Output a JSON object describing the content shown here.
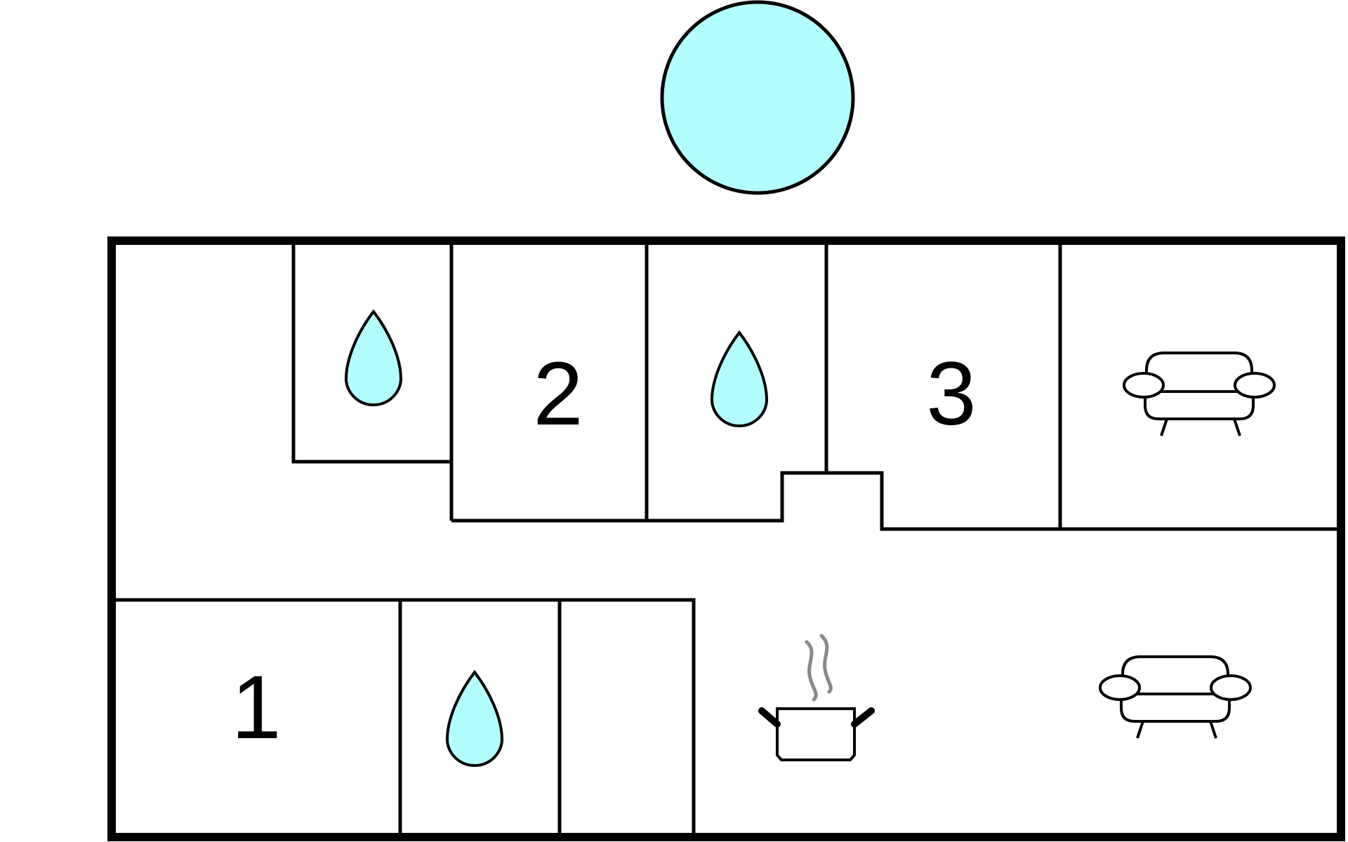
{
  "diagram": {
    "type": "floor-plan",
    "rooms": [
      {
        "id": "bedroom-1",
        "label": "1"
      },
      {
        "id": "bedroom-2",
        "label": "2"
      },
      {
        "id": "bedroom-3",
        "label": "3"
      }
    ],
    "icons": [
      {
        "name": "pool-icon",
        "meaning": "pool"
      },
      {
        "name": "water-drop-icon",
        "meaning": "bathroom",
        "count": 3
      },
      {
        "name": "sofa-icon",
        "meaning": "living room",
        "count": 2
      },
      {
        "name": "steaming-pot-icon",
        "meaning": "kitchen"
      }
    ]
  },
  "colors": {
    "water_fill": "#b3ffff",
    "line": "#000000",
    "steam": "#888888",
    "background": "#ffffff"
  }
}
